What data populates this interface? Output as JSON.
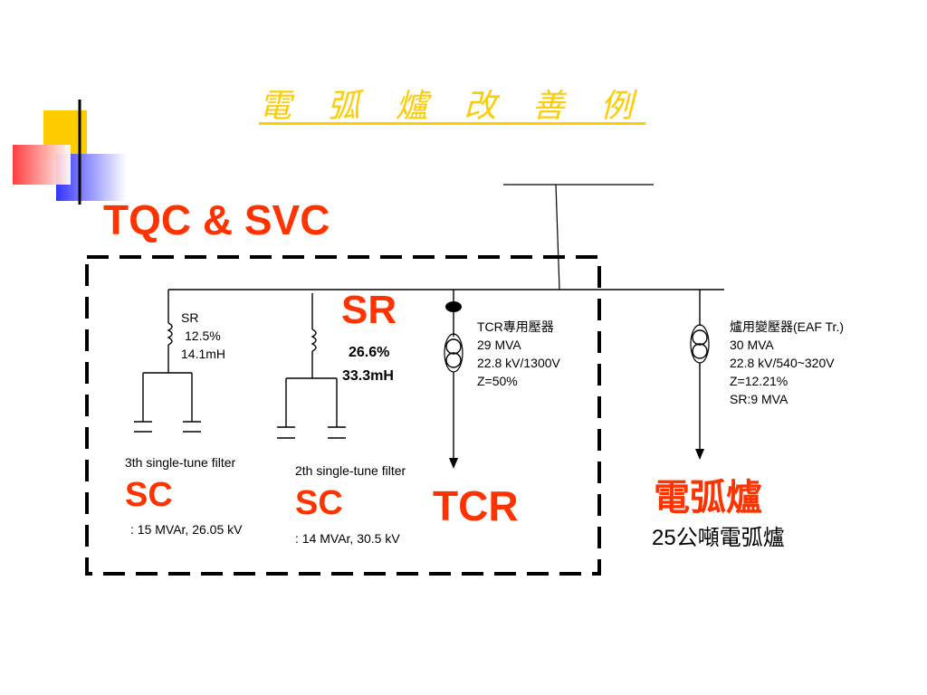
{
  "slide": {
    "title": "電 弧 爐 改 善 例",
    "subtitle": "TQC & SVC"
  },
  "colors": {
    "title": "#ffcc00",
    "accent_red": "#ff3300",
    "deco_yellow": "#ffcc00",
    "deco_red": "#ff3333",
    "deco_blue": "#3333ff"
  },
  "filter3": {
    "sr_label": "SR",
    "sr_percent": "12.5%",
    "sr_inductance": "14.1mH",
    "filter_label": "3th single-tune filter",
    "sc_label": "SC",
    "sc_spec": ": 15 MVAr, 26.05 kV"
  },
  "filter2": {
    "sr_label": "SR",
    "sr_percent": "26.6%",
    "sr_inductance": "33.3mH",
    "filter_label": "2th single-tune filter",
    "sc_label": "SC",
    "sc_spec": ": 14 MVAr, 30.5 kV"
  },
  "tcr": {
    "label": "TCR",
    "transformer_lines": [
      "TCR專用壓器",
      "29 MVA",
      "22.8 kV/1300V",
      "Z=50%"
    ]
  },
  "eaf": {
    "transformer_lines": [
      "爐用變壓器(EAF Tr.)",
      "30 MVA",
      "22.8 kV/540~320V",
      "Z=12.21%",
      "SR:9 MVA"
    ],
    "label": "電弧爐",
    "capacity": "25公噸電弧爐"
  }
}
